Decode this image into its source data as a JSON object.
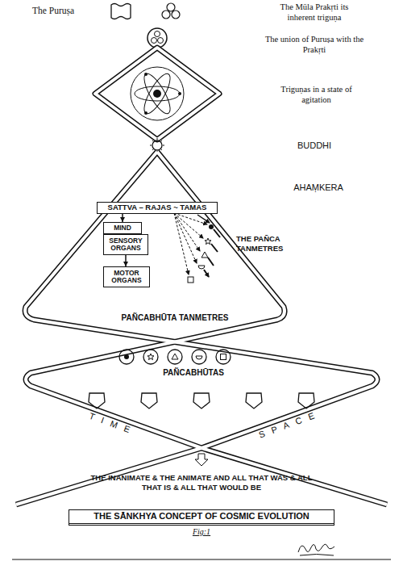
{
  "diagram": {
    "title": "THE SĀNKHYA CONCEPT OF COSMIC EVOLUTION",
    "caption": "Fig:1",
    "nodes": [
      {
        "text": [
          "SATTVA – RAJAS ~ TAMAS"
        ]
      },
      {
        "text": [
          "MIND"
        ]
      },
      {
        "text": [
          "SENSORY ORGANS"
        ]
      },
      {
        "text": [
          "MOTOR ORGANS"
        ]
      }
    ],
    "edges": [
      {
        "from": 0,
        "to": 1,
        "arrow": "to"
      },
      {
        "from": 2,
        "to": 3,
        "arrow": "to"
      }
    ],
    "labels": [
      "The Puruṣa",
      "The Mūla Prakṛti its inherent triguṇa",
      "The union of Puruṣa with the Prakṛti",
      "Triguṇas in a state of agitation",
      "BUDDHI",
      "AHAṂKERA",
      "THE PAÑCA TANMETRES",
      "PAÑCABHŪTA TANMETRES",
      "PAÑCABHŪTAS",
      "TIME",
      "SPACE",
      "THE INANIMATE & THE ANIMATE AND ALL THAT WAS & ALL THAT IS & ALL THAT WOULD BE"
    ]
  }
}
